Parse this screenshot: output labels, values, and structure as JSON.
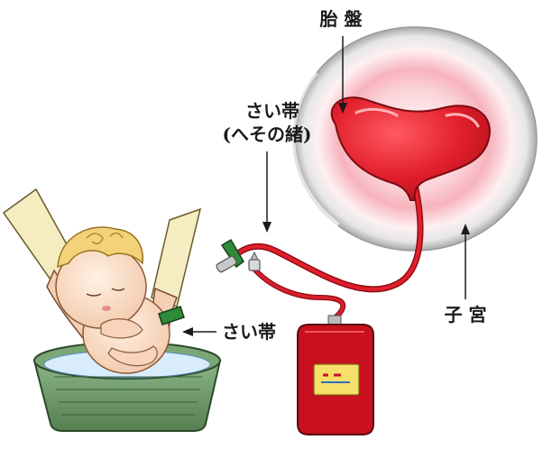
{
  "labels": {
    "placenta": "胎 盤",
    "cord_line1": "さい帯",
    "cord_line2": "(へその緒)",
    "cord_baby": "さい帯",
    "uterus": "子 宮"
  },
  "colors": {
    "placenta": "#e21f2c",
    "blood": "#c8101e",
    "uterus_rim": "#cfcfcf",
    "uterus_glow": "#f4a7b0",
    "basin": "#6f9a6b",
    "water": "#d9ecfb",
    "baby_skin": "#f9dcc6",
    "baby_hair": "#f3d27a",
    "clamp": "#2f8a3a",
    "hand_sleeve": "#f6ecc2",
    "bag_label": "#f6e06a"
  },
  "icons": {
    "blood_bag": "blood-bag-icon",
    "clamp": "cord-clamp-icon"
  }
}
